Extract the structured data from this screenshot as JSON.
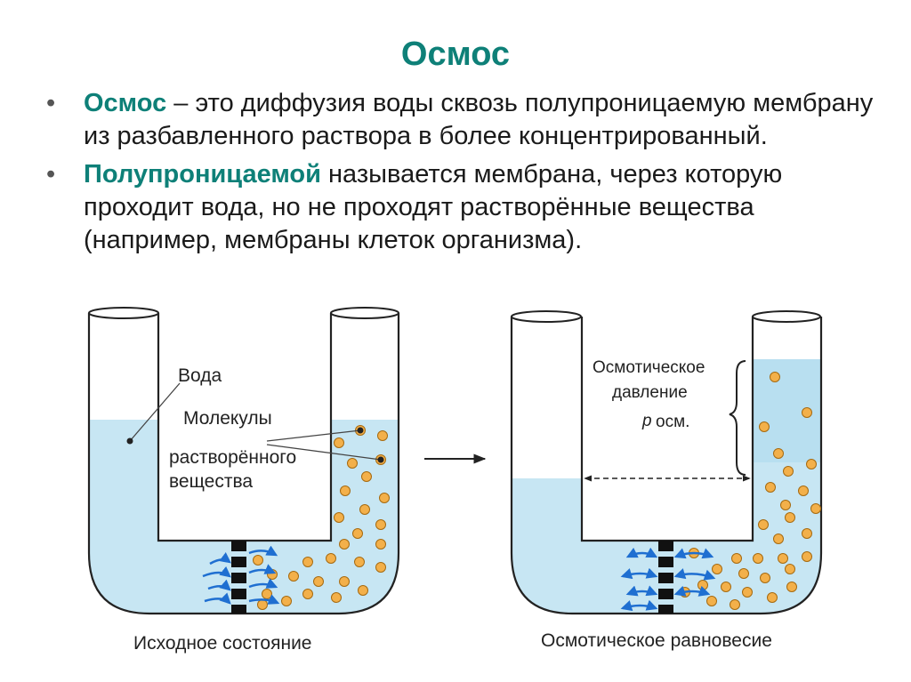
{
  "title": "Осмос",
  "bullets": [
    {
      "marker": "•",
      "term": "Осмос",
      "text": " – это диффузия воды сквозь полупроницаемую мембрану из разбавленного раствора в более концентрированный."
    },
    {
      "marker": "•",
      "term": "Полупроницаемой",
      "text": " называется мембрана, через которую проходит вода, но не проходят растворённые вещества (например, мембраны клеток организма)."
    }
  ],
  "diagram": {
    "left": {
      "caption": "Исходное состояние",
      "label_water": "Вода",
      "label_molecules_1": "Молекулы",
      "label_molecules_2": "растворённого",
      "label_molecules_3": "вещества"
    },
    "right": {
      "caption": "Осмотическое равновесие",
      "label_pressure_1": "Осмотическое",
      "label_pressure_2": "давление",
      "label_pressure_symbol": "p",
      "label_pressure_sub": "осм."
    }
  },
  "colors": {
    "accent": "#0e8078",
    "water": "#c7e6f3",
    "water_deep": "#a9d8ee",
    "particle": "#f3b04a",
    "arrow": "#1f6fd1",
    "membrane": "#111111"
  }
}
